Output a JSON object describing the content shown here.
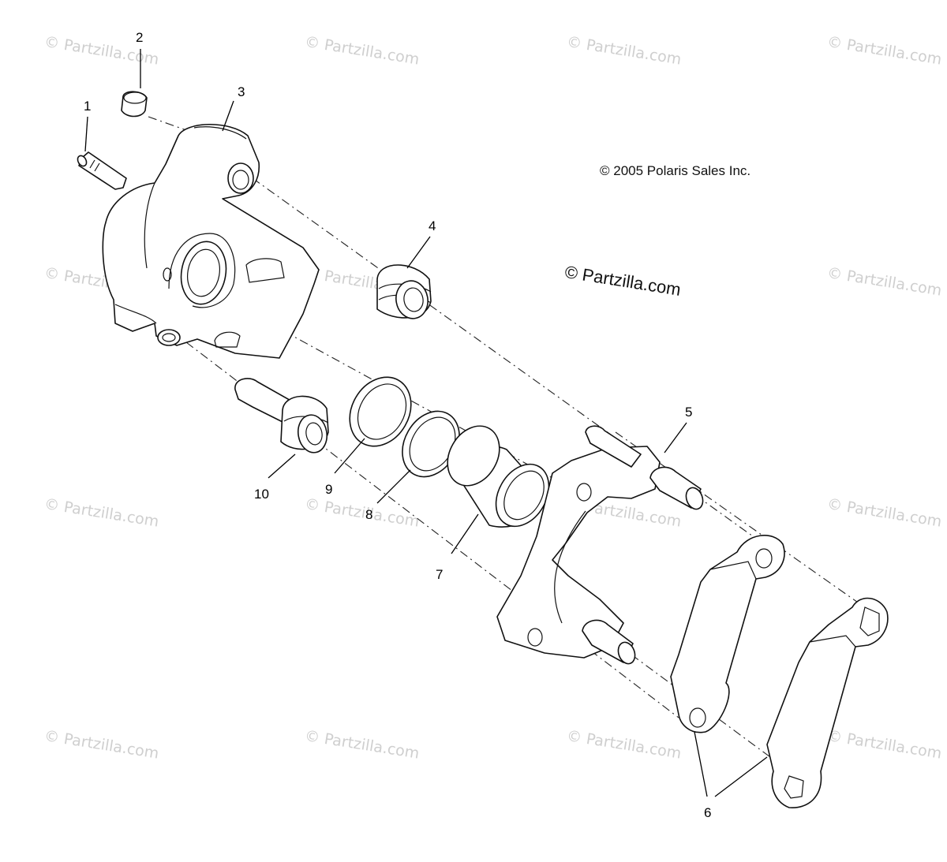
{
  "copyright_text": "© 2005 Polaris Sales Inc.",
  "brand_text": "© Partzilla.com",
  "watermark_text": "© Partzilla.com",
  "callouts": {
    "c1": "1",
    "c2": "2",
    "c3": "3",
    "c4": "4",
    "c5": "5",
    "c6": "6",
    "c7": "7",
    "c8": "8",
    "c9": "9",
    "c10": "10"
  }
}
